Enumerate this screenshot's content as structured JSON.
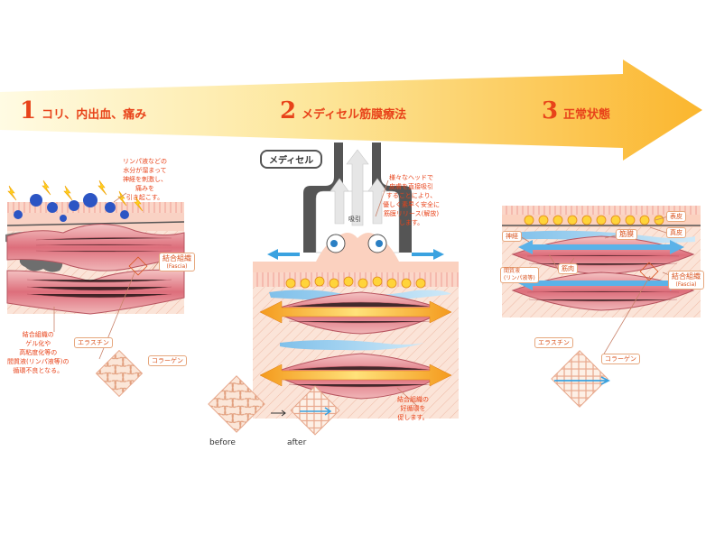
{
  "steps": [
    {
      "num": "1",
      "title": "コリ、内出血、痛み"
    },
    {
      "num": "2",
      "title": "メディセル筋膜療法"
    },
    {
      "num": "3",
      "title": "正常状態"
    }
  ],
  "panel1": {
    "note_top": "リンパ液などの\n水分が溜まって\n神経を刺激し、\n痛みを\n引き起こす。",
    "note_bottom": "結合組織の\nゲル化や\n高粘度化等の\n間質液(リンパ液等)の\n循環不良となる。",
    "fascia": "結合組織",
    "fascia_en": "(Fascia)",
    "elastin": "エラスチン",
    "collagen": "コラーゲン"
  },
  "panel2": {
    "device": "メディセル",
    "suction": "吸引",
    "note_top": "様々なヘッドで\n皮膚を直接吸引\nすることにより、\n優しく素早く安全に\n筋膜リリース(解放)\nします。",
    "note_bottom": "結合組織の\n好循環を\n促します。",
    "before": "before",
    "after": "after"
  },
  "panel3": {
    "epidermis": "表皮",
    "dermis": "真皮",
    "nerve": "神経",
    "fascia_label": "筋膜",
    "muscle": "筋肉",
    "interstitial": "間質液\n(リンパ液等)",
    "fascia": "結合組織",
    "fascia_en": "(Fascia)",
    "elastin": "エラスチン",
    "collagen": "コラーゲン"
  },
  "colors": {
    "arrow_light": "#fffbe0",
    "arrow_dark": "#fbb62e",
    "text_accent": "#e8431a",
    "skin": "#f9d7c5",
    "muscle": "#e07a84",
    "fluid": "#6aaee0",
    "flow_arrow": "#f28a1c"
  }
}
